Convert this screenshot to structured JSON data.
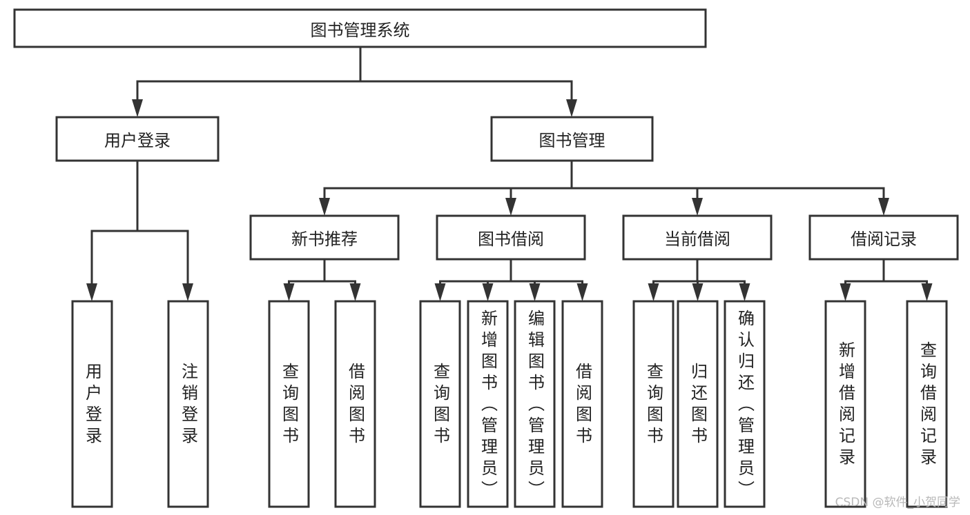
{
  "diagram": {
    "type": "hierarchy",
    "root": {
      "label": "图书管理系统",
      "children": [
        {
          "label": "用户登录",
          "children": [
            {
              "label": "用户登录"
            },
            {
              "label": "注销登录"
            }
          ]
        },
        {
          "label": "图书管理",
          "children": [
            {
              "label": "新书推荐",
              "children": [
                {
                  "label": "查询图书"
                },
                {
                  "label": "借阅图书"
                }
              ]
            },
            {
              "label": "图书借阅",
              "children": [
                {
                  "label": "查询图书"
                },
                {
                  "label": "新增图书（管理员）"
                },
                {
                  "label": "编辑图书（管理员）"
                },
                {
                  "label": "借阅图书"
                }
              ]
            },
            {
              "label": "当前借阅",
              "children": [
                {
                  "label": "查询图书"
                },
                {
                  "label": "归还图书"
                },
                {
                  "label": "确认归还（管理员）"
                }
              ]
            },
            {
              "label": "借阅记录",
              "children": [
                {
                  "label": "新增借阅记录"
                },
                {
                  "label": "查询借阅记录"
                }
              ]
            }
          ]
        }
      ]
    }
  },
  "watermark": "CSDN @软件_小贺同学",
  "colors": {
    "stroke": "#333333",
    "text": "#222222",
    "background": "#ffffff"
  }
}
